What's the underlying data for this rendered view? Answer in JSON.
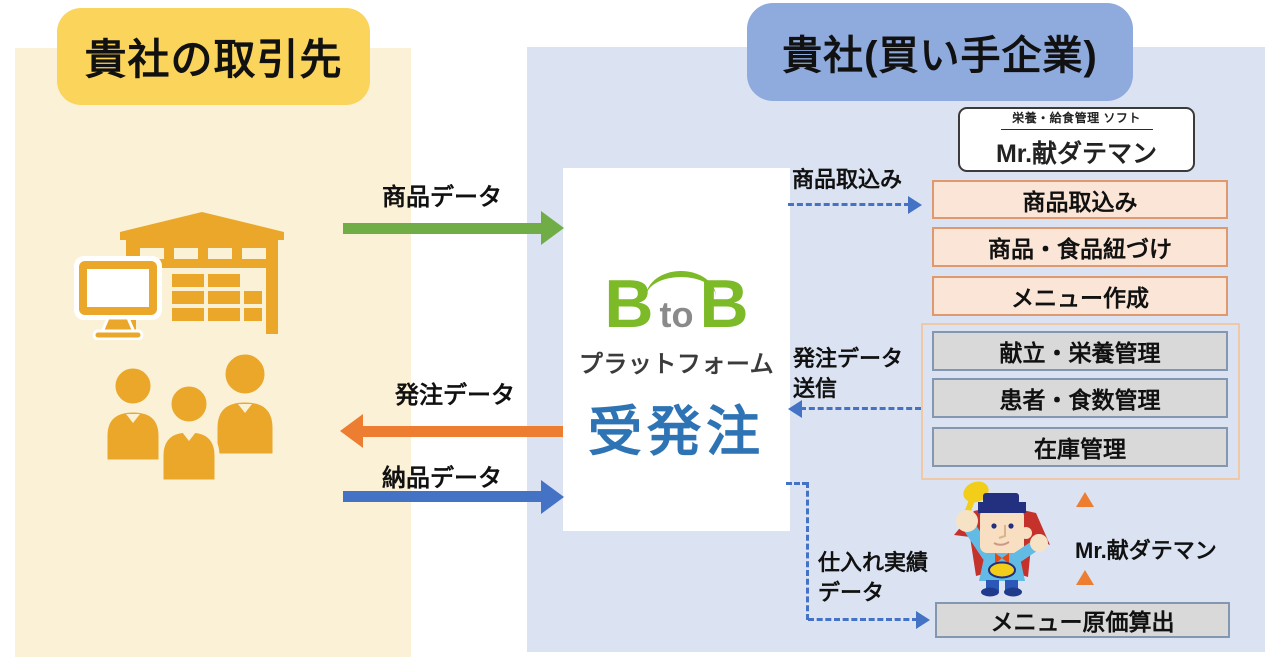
{
  "left_panel": {
    "title": "貴社の取引先"
  },
  "right_panel": {
    "title": "貴社(買い手企業)"
  },
  "platform_logo": {
    "b1": "B",
    "to": "to",
    "b2": "B",
    "line2": "プラットフォーム",
    "line3": "受発注"
  },
  "arrows": {
    "product_data": {
      "label": "商品データ",
      "color": "#70AD47",
      "direction": "right"
    },
    "order_data": {
      "label": "発注データ",
      "color": "#ED7D31",
      "direction": "left"
    },
    "delivery_data": {
      "label": "納品データ",
      "color": "#4472C4",
      "direction": "right"
    }
  },
  "dashed_flows": {
    "import_label": "商品取込み",
    "order_send_line1": "発注データ",
    "order_send_line2": "送信",
    "purchase_line1": "仕入れ実績",
    "purchase_line2": "データ"
  },
  "software": {
    "header_small": "栄養・給食管理 ソフト",
    "header_name": "Mr.献ダテマン",
    "peach_steps": [
      "商品取込み",
      "商品・食品紐づけ",
      "メニュー作成"
    ],
    "gray_steps": [
      "献立・栄養管理",
      "患者・食数管理",
      "在庫管理"
    ],
    "bottom_step": "メニュー原価算出"
  },
  "mascot": {
    "label": "Mr.献ダテマン"
  },
  "colors": {
    "cream_panel": "#FBF1D6",
    "yellow_title": "#FBD45C",
    "blue_panel": "#DBE3F3",
    "blue_title": "#8FAADC",
    "green_arrow": "#70AD47",
    "orange_arrow": "#ED7D31",
    "blue_arrow": "#4472C4",
    "peach_box_fill": "#FBE5D6",
    "peach_box_border": "#DE9A6E",
    "gray_box_fill": "#D9D9D9",
    "gray_box_border": "#8497B0",
    "logo_green": "#7CBA27",
    "logo_blue": "#2E74B5",
    "icon_orange": "#EAA72A",
    "triangle_orange": "#ED7D31"
  }
}
